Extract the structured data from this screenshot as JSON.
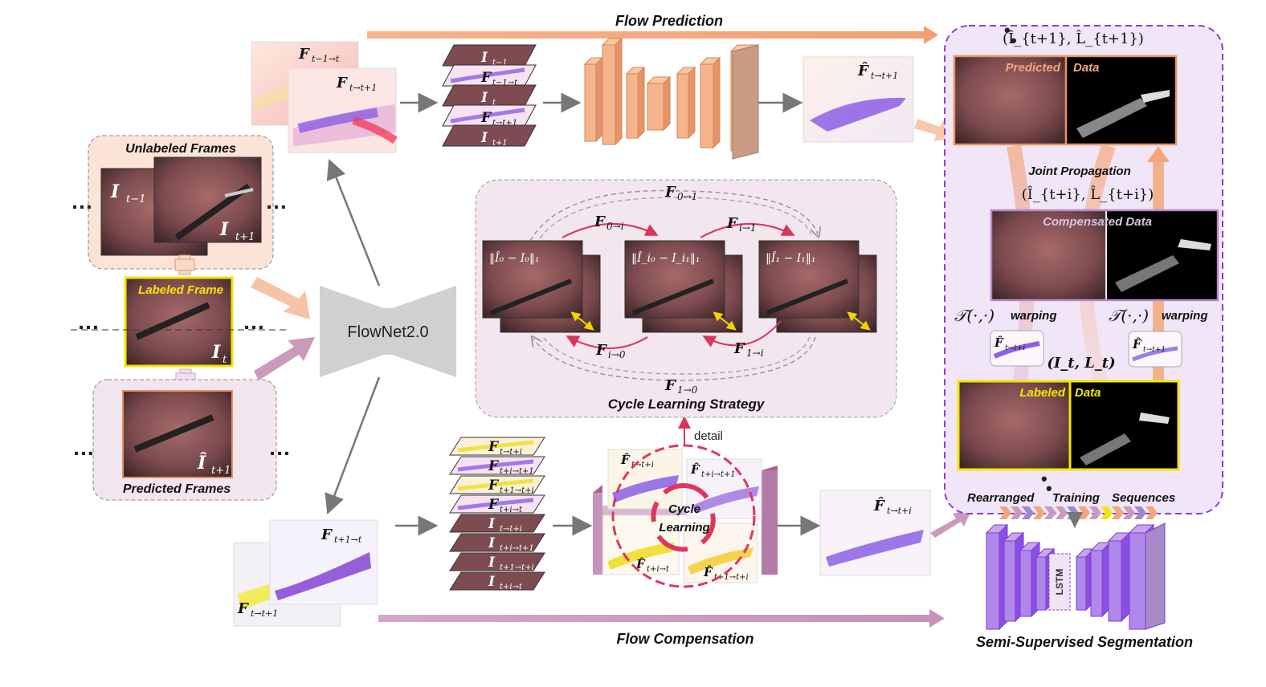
{
  "titles": {
    "flow_prediction": "Flow Prediction",
    "flow_compensation": "Flow Compensation",
    "cycle_learning_strategy": "Cycle Learning Strategy",
    "semi_supervised_segmentation": "Semi-Supervised Segmentation"
  },
  "input_groups": {
    "unlabeled": "Unlabeled Frames",
    "labeled": "Labeled Frame",
    "predicted": "Predicted Frames"
  },
  "frame_symbols": {
    "i_tm1": "I",
    "i_tm1_sub": "t−1",
    "i_tp1": "I",
    "i_tp1_sub": "t+1",
    "i_t": "I",
    "i_t_sub": "t",
    "ihat_tp1": "Î",
    "ihat_tp1_sub": "t+1"
  },
  "flownet": {
    "label": "FlowNet2.0"
  },
  "flows_top": {
    "f_back": "F",
    "f_back_sub": "t−1→t",
    "f_fwd": "F",
    "f_fwd_sub": "t→t+1"
  },
  "stack_top": [
    {
      "sym": "I",
      "sub": "t−1"
    },
    {
      "sym": "F",
      "sub": "t−1→t"
    },
    {
      "sym": "I",
      "sub": "t"
    },
    {
      "sym": "F",
      "sub": "t→t+1"
    },
    {
      "sym": "I",
      "sub": "t+1"
    }
  ],
  "pred_flow": {
    "sym": "F̂",
    "sub": "t→t+1"
  },
  "flows_bottom": {
    "f_back": "F",
    "f_back_sub": "t+1→t",
    "f_fwd": "F",
    "f_fwd_sub": "t→t+1"
  },
  "stack_bottom": [
    {
      "sym": "F",
      "sub": "t→t+i"
    },
    {
      "sym": "F",
      "sub": "t+i→t+1"
    },
    {
      "sym": "F",
      "sub": "t+1→t+i"
    },
    {
      "sym": "F",
      "sub": "t+i→t"
    },
    {
      "sym": "I",
      "sub": "t→t+i"
    },
    {
      "sym": "I",
      "sub": "t+i→t+1"
    },
    {
      "sym": "I",
      "sub": "t+1→t+i"
    },
    {
      "sym": "I",
      "sub": "t+i→t"
    }
  ],
  "cycle_block": {
    "line1": "Cycle",
    "line2": "Learning",
    "detail": "detail",
    "f1": "t→t+i",
    "f2": "t+i→t+1",
    "f3": "t+i→t",
    "f4": "t+1→t+i"
  },
  "comp_flow": {
    "sym": "F̂",
    "sub": "t→t+i"
  },
  "cycle_panel": {
    "f01": "0→1",
    "f0i": "0→i",
    "fi1": "i→1",
    "fi0": "i→0",
    "f1i": "1→i",
    "f10": "1→0",
    "loss1": "‖Î₀ − I₀‖₁",
    "loss2": "‖Î_i₀ − I_i₁‖₁",
    "loss3": "‖Î₁ − I₁‖₁"
  },
  "right_panel": {
    "top_pair": "(Î_{t+1}, L̂_{t+1})",
    "predicted": "Predicted",
    "data": "Data",
    "joint_propagation": "Joint Propagation",
    "joint_pair": "(Î_{t+i}, L̂_{t+i})",
    "compensated_data": "Compensated Data",
    "warping": "warping",
    "warp_op": "𝒯(·,·)",
    "labeled": "Labeled",
    "labeled_pair": "(I_t, L_t)",
    "flow_a_sub": "t→t+i",
    "flow_b_sub": "t→t+1",
    "rearranged": "Rearranged",
    "training": "Training",
    "sequences": "Sequences"
  },
  "lstm": "LSTM",
  "colors": {
    "orange": "#f2a77a",
    "orange_dark": "#e8935f",
    "mauve": "#c99abb",
    "purple": "#9a5fe0",
    "yellow": "#f4e600",
    "panel_bg": "#f2e8f2"
  }
}
